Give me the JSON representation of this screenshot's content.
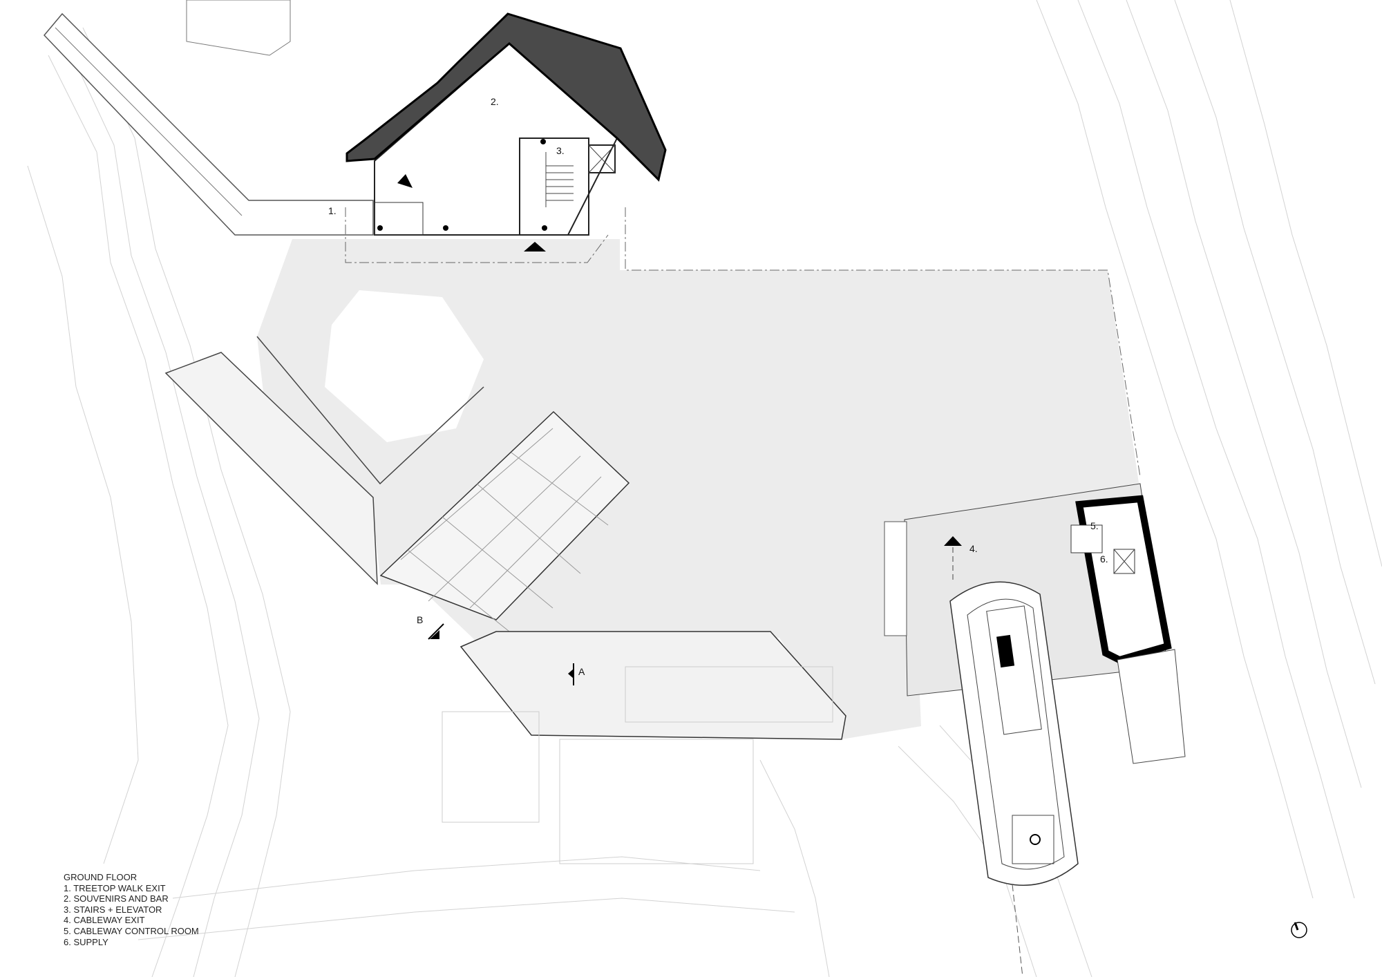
{
  "legend": {
    "title": "GROUND FLOOR",
    "items": [
      "1. TREETOP WALK EXIT",
      "2. SOUVENIRS AND BAR",
      "3. STAIRS + ELEVATOR",
      "4. CABLEWAY EXIT",
      "5. CABLEWAY CONTROL ROOM",
      "6. SUPPLY"
    ]
  },
  "room_labels": {
    "r1": "1.",
    "r2": "2.",
    "r3": "3.",
    "r4": "4.",
    "r5": "5.",
    "r6": "6."
  },
  "section_marks": {
    "a": "A",
    "b": "B"
  },
  "colors": {
    "roof": "#4a4a4a",
    "wall": "#000000",
    "plaza": "#ececec",
    "contour": "#d2d2d2"
  }
}
